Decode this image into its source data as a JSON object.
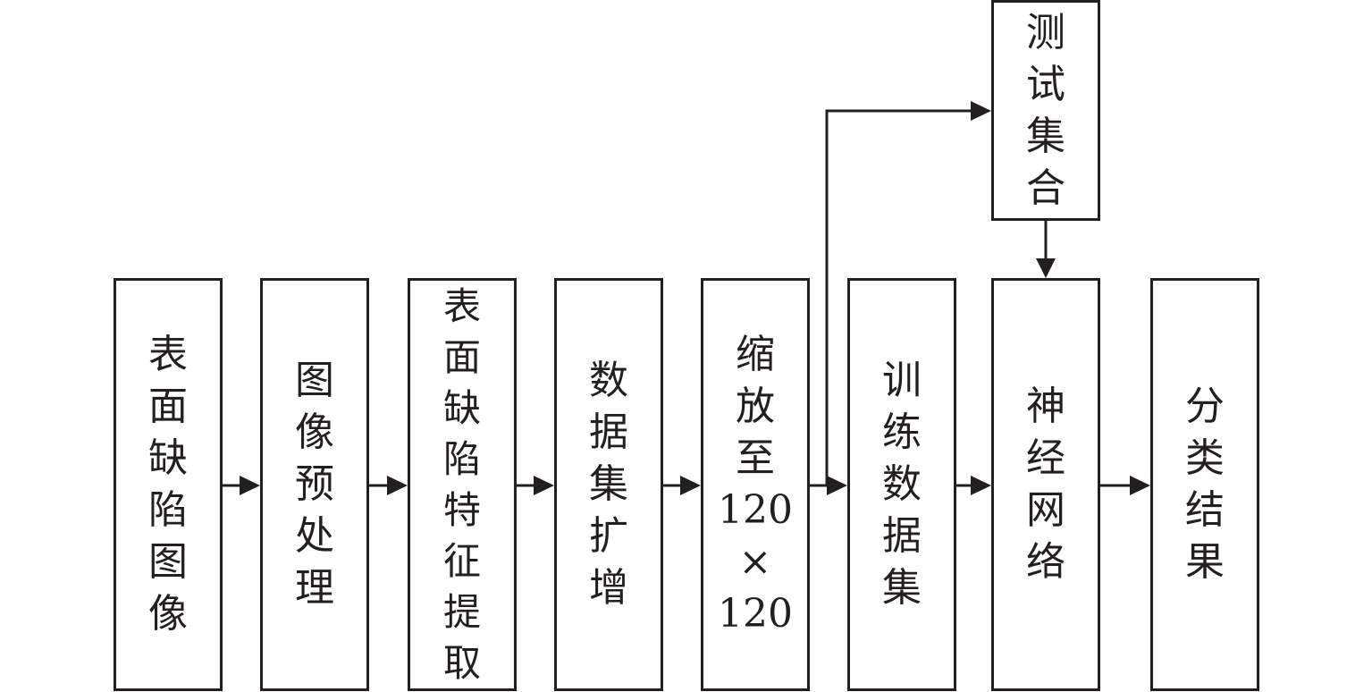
{
  "nodes": {
    "surface_defect_image": {
      "lines": [
        "表",
        "面",
        "缺",
        "陷",
        "图",
        "像"
      ]
    },
    "image_preprocessing": {
      "lines": [
        "图",
        "像",
        "预",
        "处",
        "理"
      ]
    },
    "surface_defect_feature_extraction": {
      "lines": [
        "表",
        "面",
        "缺",
        "陷",
        "特",
        "征",
        "提",
        "取"
      ]
    },
    "dataset_augmentation": {
      "lines": [
        "数",
        "据",
        "集",
        "扩",
        "增"
      ]
    },
    "scale_to_120x120": {
      "lines": [
        "缩",
        "放",
        "至",
        "120",
        "×",
        "120"
      ]
    },
    "training_dataset": {
      "lines": [
        "训",
        "练",
        "数",
        "据",
        "集"
      ]
    },
    "neural_network": {
      "lines": [
        "神",
        "经",
        "网",
        "络"
      ]
    },
    "classification_result": {
      "lines": [
        "分",
        "类",
        "结",
        "果"
      ]
    },
    "test_set": {
      "lines": [
        "测",
        "试",
        "集",
        "合"
      ]
    }
  }
}
